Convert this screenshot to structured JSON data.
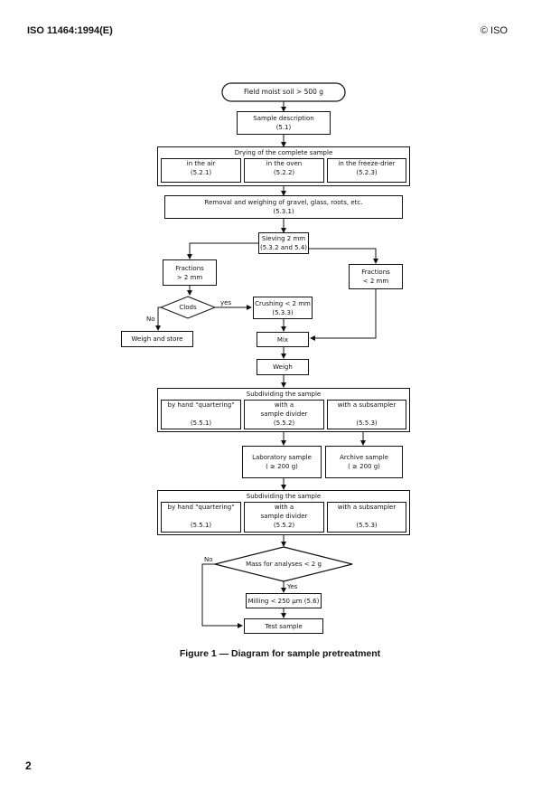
{
  "header": {
    "standard": "ISO 11464:1994(E)",
    "copyright": "© ISO"
  },
  "page_number": "2",
  "caption": "Figure 1 — Diagram for sample pretreatment",
  "flow": {
    "start": "Field moist soil > 500 g",
    "desc": {
      "line1": "Sample description",
      "line2": "(5.1)"
    },
    "drying": {
      "title": "Drying of the complete sample",
      "cells": [
        {
          "line1": "in the air",
          "line2": "(5.2.1)"
        },
        {
          "line1": "in the oven",
          "line2": "(5.2.2)"
        },
        {
          "line1": "in the freeze-drier",
          "line2": "(5.2.3)"
        }
      ]
    },
    "removal": {
      "line1": "Removal and weighing of gravel, glass, roots, etc.",
      "line2": "(5.3.1)"
    },
    "sieving": {
      "line1": "Sieving 2 mm",
      "line2": "(5.3.2 and 5.4)"
    },
    "frac_gt": {
      "line1": "Fractions",
      "line2": "> 2 mm"
    },
    "frac_lt": {
      "line1": "Fractions",
      "line2": "< 2 mm"
    },
    "clods": "Clods",
    "yes1": "yes",
    "no1": "No",
    "crushing": {
      "line1": "Crushing < 2 mm",
      "line2": "(5.3.3)"
    },
    "weigh_store": "Weigh and store",
    "mix": "Mix",
    "weigh": "Weigh",
    "subdiv1": {
      "title": "Subdividing the sample",
      "cells": [
        {
          "line1": "by hand \"quartering\"",
          "line2": "",
          "line3": "(5.5.1)"
        },
        {
          "line1": "with a",
          "line2": "sample divider",
          "line3": "(5.5.2)"
        },
        {
          "line1": "with a subsampler",
          "line2": "",
          "line3": "(5.5.3)"
        }
      ]
    },
    "lab": {
      "line1": "Laboratory sample",
      "line2": "( ≥ 200 g)"
    },
    "archive": {
      "line1": "Archive sample",
      "line2": "( ≥ 200 g)"
    },
    "subdiv2": {
      "title": "Subdividing the sample",
      "cells": [
        {
          "line1": "by hand \"quartering\"",
          "line2": "",
          "line3": "(5.5.1)"
        },
        {
          "line1": "with a",
          "line2": "sample divider",
          "line3": "(5.5.2)"
        },
        {
          "line1": "with a subsampler",
          "line2": "",
          "line3": "(5.5.3)"
        }
      ]
    },
    "mass": "Mass for analyses < 2 g",
    "no2": "No",
    "yes2": "Yes",
    "milling": "Milling < 250 µm (5.6)",
    "test": "Test sample"
  }
}
